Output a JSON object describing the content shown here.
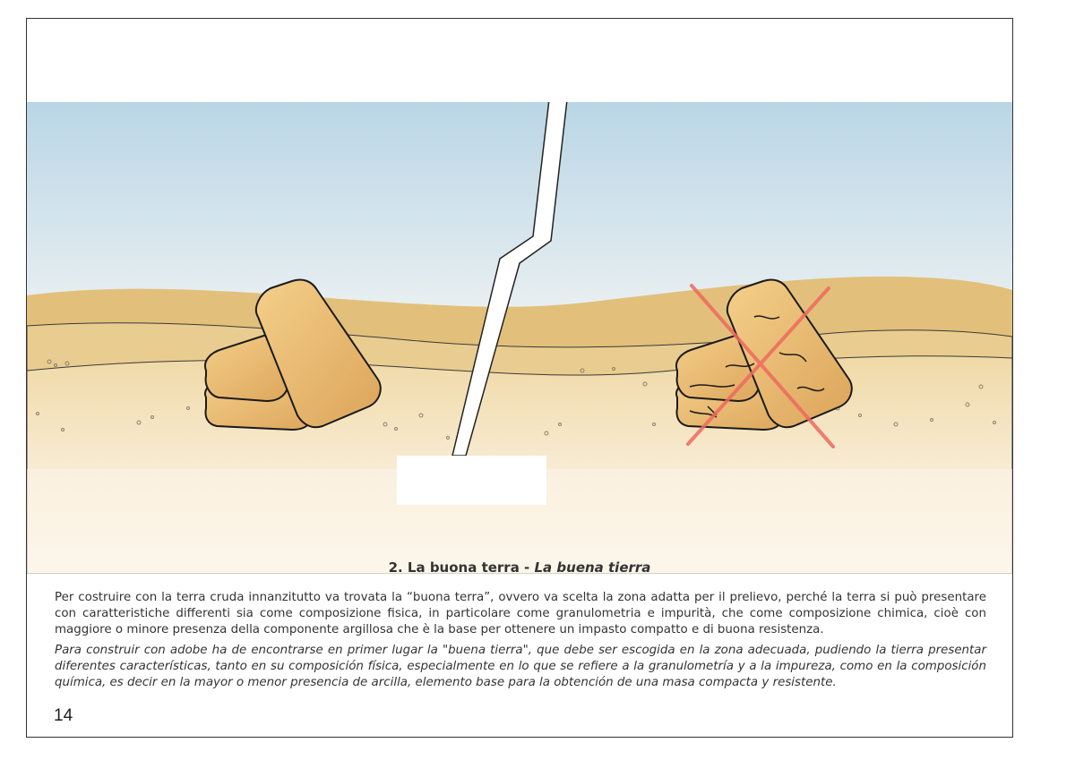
{
  "caption": {
    "number_title": "2. La buona terra",
    "separator": " - ",
    "title_es": "La buena tierra"
  },
  "body": {
    "text_it": "Per costruire con la terra cruda innanzitutto va trovata la “buona terra”, ovvero va scelta la zona adatta per il prelievo, perché la terra si può presentare con caratteristiche differenti sia come composizione fisica, in particolare come granulometria e impurità, che come composizione chimica, cioè con maggiore o minore presenza della componente argillosa che è la base per ottenere un impasto compatto e di buona resistenza.",
    "text_es": "Para construir con adobe ha de encontrarse en primer lugar la \"buena tierra\", que debe ser escogida en la zona adecuada, pudiendo la tierra presentar diferentes características, tanto en su composición física, especialmente en lo que se refiere a la granulometría y a la impureza, como en la composición química, es decir en la mayor o menor presencia de arcilla, elemento base para la obtención de una masa compacta y resistente."
  },
  "page_number": "14",
  "colors": {
    "sky_top": "#b9d6e6",
    "sky_bottom": "#e7eef0",
    "sand_dark": "#e2c27e",
    "sand_light": "#f7ecd6",
    "brick": "#e9b766",
    "cross": "#ee6a5e"
  }
}
